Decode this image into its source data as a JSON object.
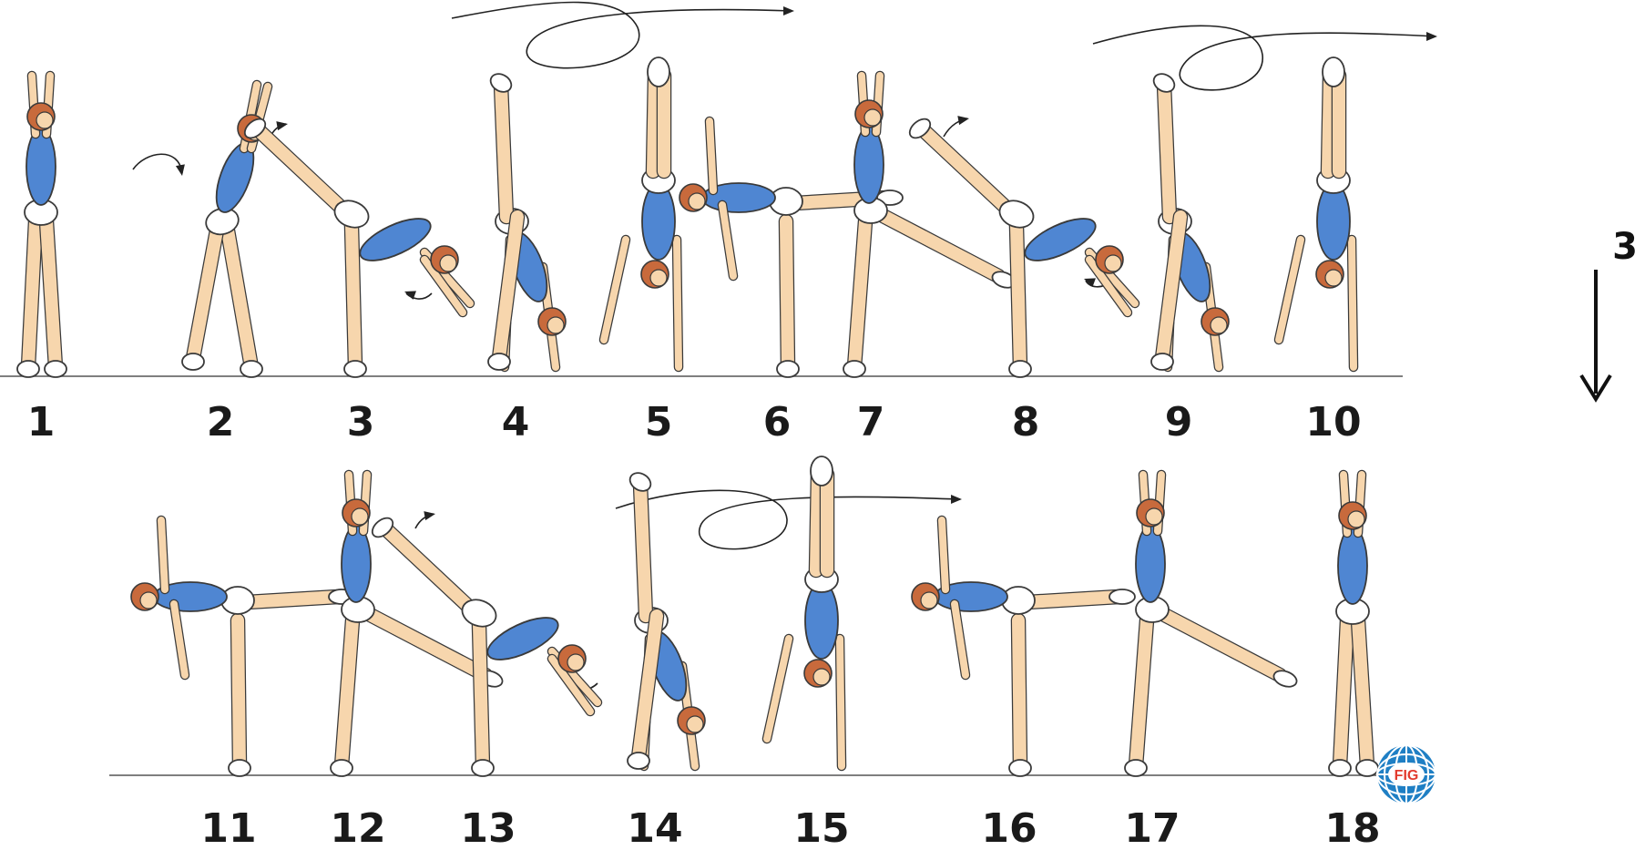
{
  "colors": {
    "skin": "#f7d6ad",
    "leotard": "#4f86d2",
    "hair": "#c86a3c",
    "outline": "#3a3a3a",
    "white": "#ffffff",
    "floor": "#555555",
    "logo_blue": "#1f7fc4",
    "logo_red": "#e23b2e"
  },
  "difficulty_value": "3",
  "logo_text": "FIG",
  "rows": [
    {
      "frames": [
        {
          "label": "1",
          "pose": "stand"
        },
        {
          "label": "2",
          "pose": "lunge"
        },
        {
          "label": "3",
          "pose": "reach"
        },
        {
          "label": "4",
          "pose": "handstand_split"
        },
        {
          "label": "5",
          "pose": "handstand"
        },
        {
          "label": "6",
          "pose": "arabesque_left"
        },
        {
          "label": "7",
          "pose": "scale_right"
        },
        {
          "label": "8",
          "pose": "reach"
        },
        {
          "label": "9",
          "pose": "handstand_split"
        },
        {
          "label": "10",
          "pose": "handstand"
        }
      ]
    },
    {
      "frames": [
        {
          "label": "11",
          "pose": "arabesque_left"
        },
        {
          "label": "12",
          "pose": "scale_right"
        },
        {
          "label": "13",
          "pose": "reach"
        },
        {
          "label": "14",
          "pose": "handstand_split"
        },
        {
          "label": "15",
          "pose": "handstand"
        },
        {
          "label": "16",
          "pose": "arabesque_left"
        },
        {
          "label": "17",
          "pose": "scale_right"
        },
        {
          "label": "18",
          "pose": "stand"
        }
      ]
    }
  ]
}
